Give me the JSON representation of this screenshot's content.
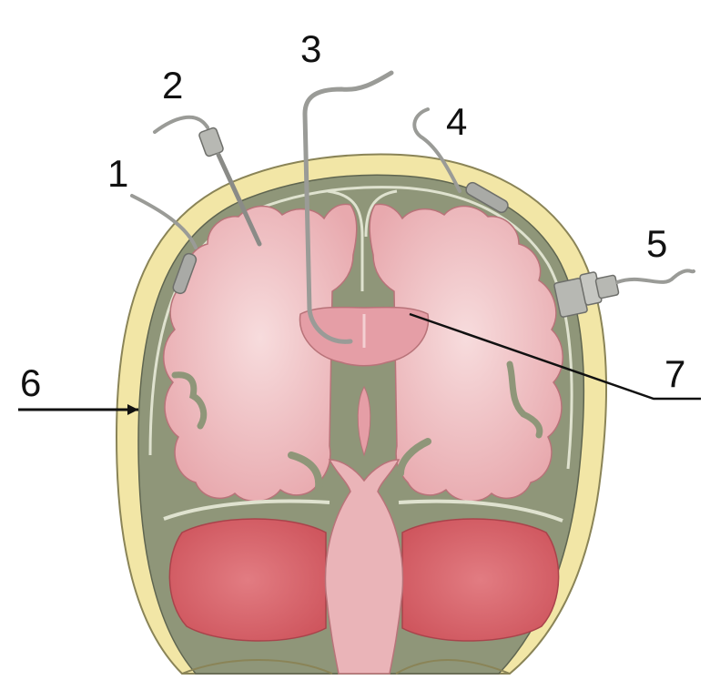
{
  "labels": {
    "l1": "1",
    "l2": "2",
    "l3": "3",
    "l4": "4",
    "l5": "5",
    "l6": "6",
    "l7": "7"
  },
  "colors": {
    "skull": "#f2e6a6",
    "skull_outline": "#8a8457",
    "csf_space": "#8f9679",
    "brain": "#eab4b8",
    "brain_highlight": "#f6d6d8",
    "cerebellum": "#d9656c",
    "ventricle": "#e59ea6",
    "probe": "#a9aaa6",
    "leader_line": "#111111"
  }
}
